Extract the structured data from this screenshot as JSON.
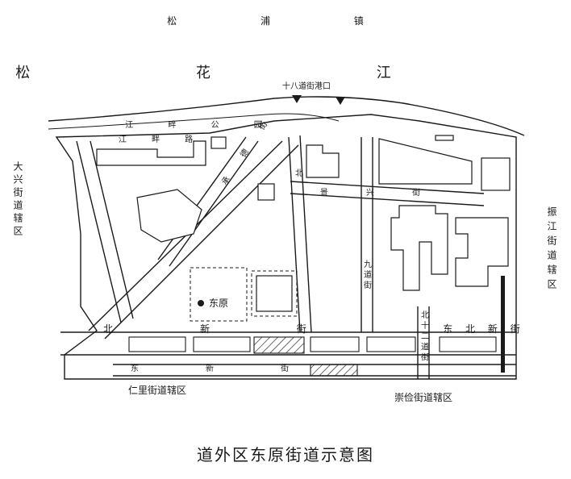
{
  "map": {
    "caption": "道外区东原街道示意图",
    "town_name": "松 浦 镇",
    "river_name": "松 花 江",
    "port_label": "十八道街港口",
    "regions": {
      "west": "大兴街道辖区",
      "east": "振江街道辖区",
      "south_west": "仁里街道辖区",
      "south_east": "崇俭街道辖区"
    },
    "streets": {
      "jiangpan": "江 畔 公 园",
      "jiang_inner": "江 畔 路",
      "diagonal": "承 德 街",
      "tai_xing": "景 兴 街",
      "bei_xin": "北 新 街",
      "dong_bei_xin": "东 北 新 街",
      "nan_xin": "东 新 街",
      "bei_shi_er": "北 十 二 道 街",
      "jiu": "九 道 街",
      "beiwu": "北"
    },
    "marker_label": "东原"
  }
}
